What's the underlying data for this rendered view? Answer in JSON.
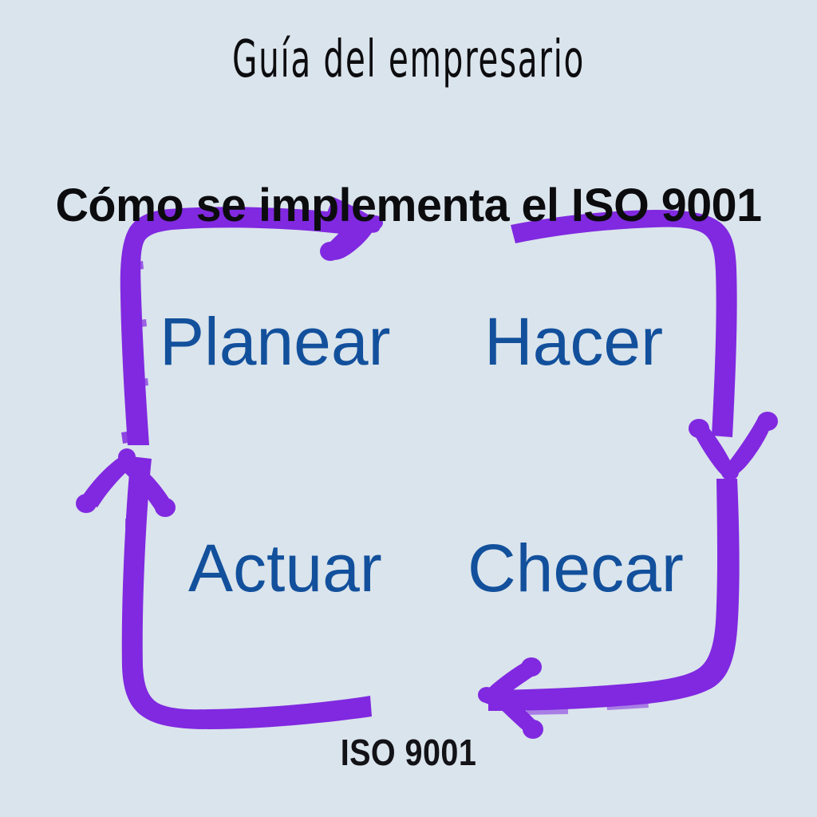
{
  "poster": {
    "background_color": "#dae4ec",
    "brand_title": "Guía del empresario",
    "headline": "Cómo se implementa el ISO 9001",
    "footer_caption": "ISO 9001",
    "accent_color": "#8029e0",
    "label_color": "#12509c",
    "heading_color": "#0c0c0f"
  },
  "cycle": {
    "name": "PDCA",
    "stages": [
      {
        "id": "plan",
        "label": "Planear",
        "position": "top-left"
      },
      {
        "id": "do",
        "label": "Hacer",
        "position": "top-right"
      },
      {
        "id": "check",
        "label": "Checar",
        "position": "bottom-right"
      },
      {
        "id": "act",
        "label": "Actuar",
        "position": "bottom-left"
      }
    ],
    "arrows": [
      {
        "id": "arrow-plan-to-do",
        "icon": "brush-arrow-right-icon",
        "direction": "right",
        "from": "plan",
        "to": "do"
      },
      {
        "id": "arrow-do-to-check",
        "icon": "brush-arrow-down-icon",
        "direction": "down",
        "from": "do",
        "to": "check"
      },
      {
        "id": "arrow-check-to-act",
        "icon": "brush-arrow-left-icon",
        "direction": "left",
        "from": "check",
        "to": "act"
      },
      {
        "id": "arrow-act-to-plan",
        "icon": "brush-arrow-up-icon",
        "direction": "up",
        "from": "act",
        "to": "plan"
      }
    ]
  }
}
